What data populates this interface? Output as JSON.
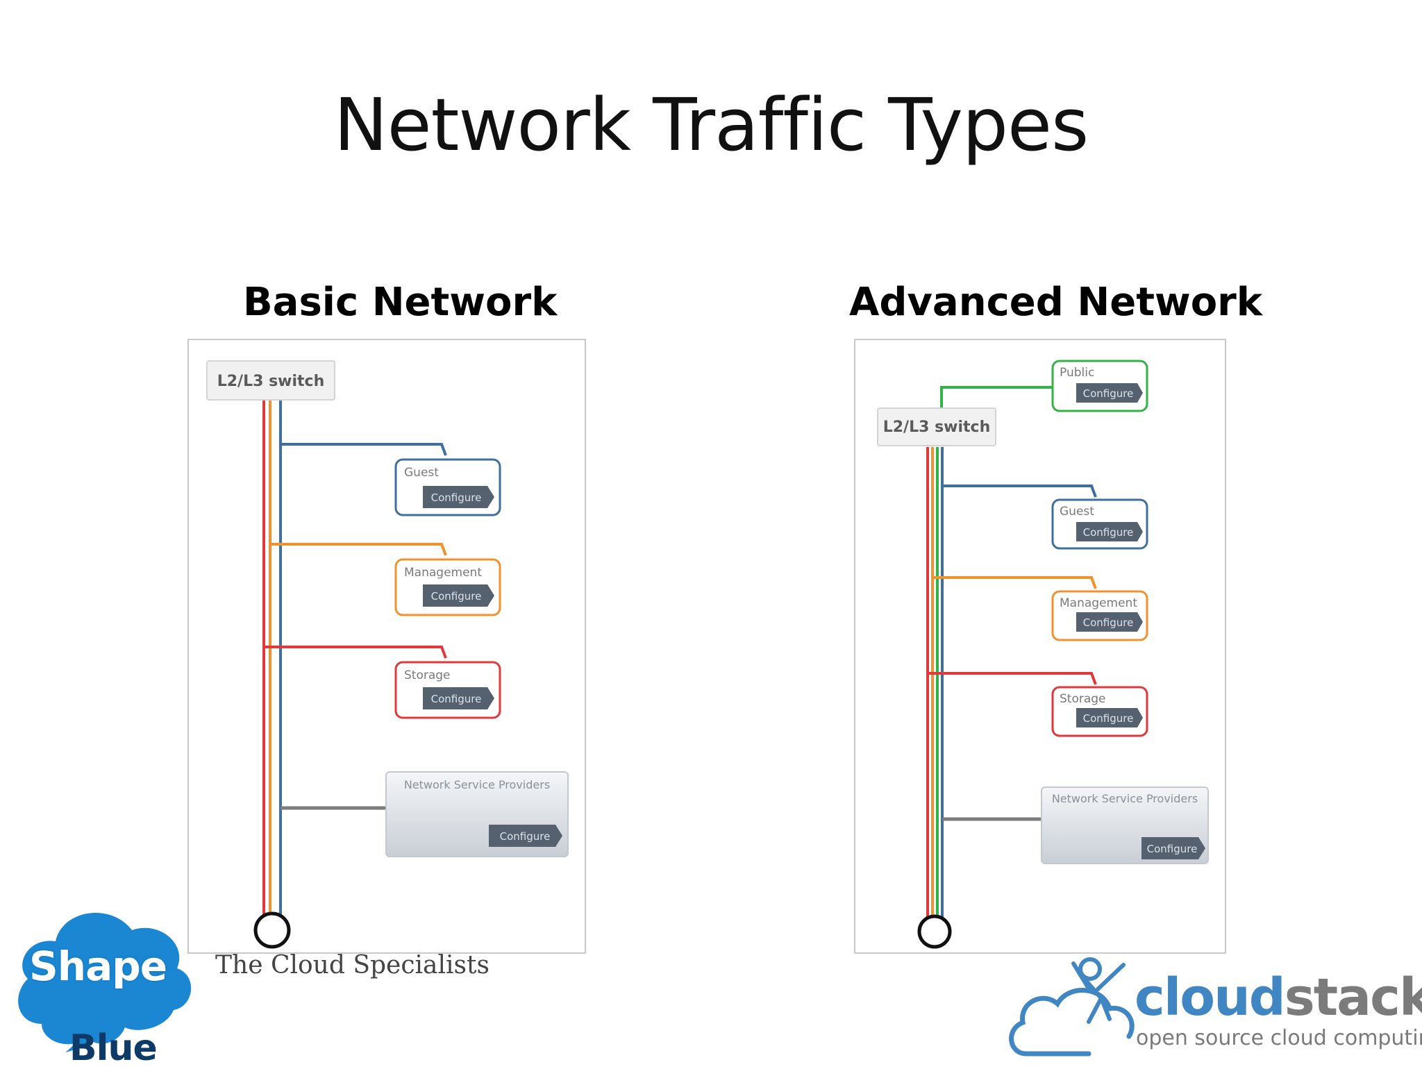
{
  "slide": {
    "title": "Network Traffic Types"
  },
  "basic": {
    "title": "Basic Network",
    "switch_label": "L2/L3 switch",
    "cards": [
      {
        "label": "Guest",
        "button": "Configure",
        "color": "#3e6f9e"
      },
      {
        "label": "Management",
        "button": "Configure",
        "color": "#f2922e"
      },
      {
        "label": "Storage",
        "button": "Configure",
        "color": "#e0383b"
      }
    ],
    "provider": {
      "label": "Network Service Providers",
      "button": "Configure"
    }
  },
  "advanced": {
    "title": "Advanced Network",
    "switch_label": "L2/L3 switch",
    "cards": [
      {
        "label": "Public",
        "button": "Configure",
        "color": "#34b24a"
      },
      {
        "label": "Guest",
        "button": "Configure",
        "color": "#3e6f9e"
      },
      {
        "label": "Management",
        "button": "Configure",
        "color": "#f2922e"
      },
      {
        "label": "Storage",
        "button": "Configure",
        "color": "#e0383b"
      }
    ],
    "provider": {
      "label": "Network Service Providers",
      "button": "Configure"
    }
  },
  "logos": {
    "shapeblue": {
      "word1": "Shape",
      "word2": "Blue",
      "tagline": "The Cloud Specialists",
      "color": "#1b86d1"
    },
    "cloudstack": {
      "part1": "cloud",
      "part2": "stack",
      "subtitle": "open source cloud computing"
    }
  }
}
